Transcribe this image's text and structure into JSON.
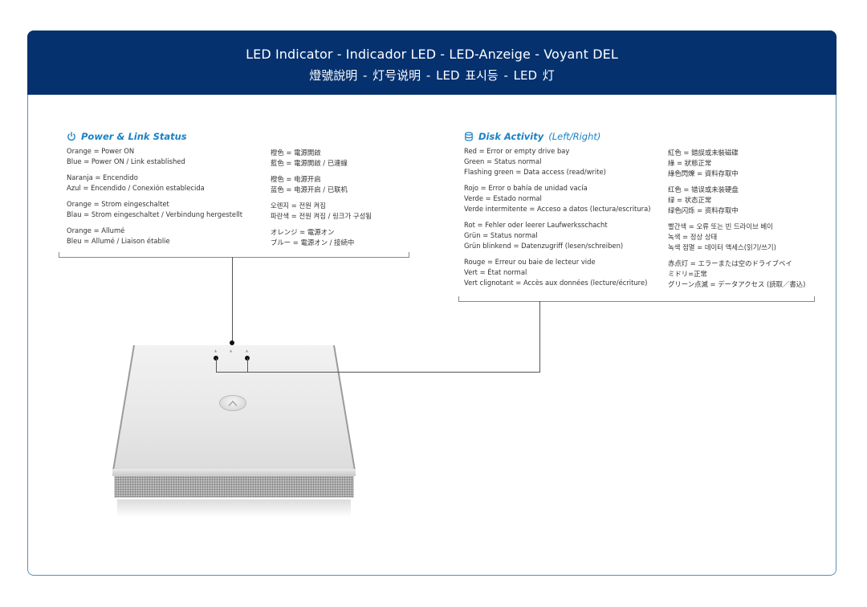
{
  "header": {
    "title": "LED Indicator - Indicador LED - LED-Anzeige - Voyant DEL",
    "subtitle": "燈號說明  -  灯号说明  -  LED 표시등  -  LED 灯"
  },
  "power_section": {
    "icon": "power-icon",
    "title": "Power & Link Status",
    "latin_groups": [
      [
        "Orange = Power ON",
        "Blue = Power ON / Link established"
      ],
      [
        "Naranja = Encendido",
        "Azul = Encendido / Conexión establecida"
      ],
      [
        "Orange = Strom eingeschaltet",
        "Blau = Strom eingeschaltet / Verbindung hergestellt"
      ],
      [
        "Orange = Allumé",
        "Bleu = Allumé / Liaison établie"
      ]
    ],
    "asian_groups": [
      [
        "橙色 = 電源開啟",
        "藍色 = 電源開啟 / 已連線"
      ],
      [
        "橙色 = 电源开启",
        "蓝色 = 电源开启 / 已联机"
      ],
      [
        "오렌지 = 전원 켜짐",
        "파란색 = 전원 켜짐 / 링크가 구성됨"
      ],
      [
        "オレンジ = 電源オン",
        "ブルー = 電源オン / 接続中"
      ]
    ]
  },
  "disk_section": {
    "icon": "database-icon",
    "title": "Disk Activity",
    "title_suffix": "(Left/Right)",
    "latin_groups": [
      [
        "Red = Error or empty drive bay",
        "Green = Status normal",
        "Flashing green = Data access (read/write)"
      ],
      [
        "Rojo = Error o bahía de unidad vacía",
        "Verde = Estado normal",
        "Verde intermitente = Acceso a datos (lectura/escritura)"
      ],
      [
        "Rot = Fehler oder leerer Laufwerksschacht",
        "Grün = Status normal",
        "Grün blinkend = Datenzugriff (lesen/schreiben)"
      ],
      [
        "Rouge = Erreur ou baie de lecteur vide",
        "Vert = État normal",
        "Vert clignotant = Accès aux données (lecture/écriture)"
      ]
    ],
    "asian_groups": [
      [
        "紅色 = 錯誤或未裝磁碟",
        "綠 = 狀態正常",
        "綠色閃爍 = 資料存取中"
      ],
      [
        "红色 = 错误或未装硬盘",
        "绿 = 状态正常",
        "绿色闪烁 = 资料存取中"
      ],
      [
        "빨간색 = 오류 또는 빈 드라이브 베이",
        "녹색 = 정상 상태",
        "녹색 점멸 = 데이터 액세스(읽기/쓰기)"
      ],
      [
        "赤点灯 = エラーまたは空のドライブベイ",
        "ミドリ=正常",
        "グリーン点滅 = データアクセス (読取／書込)"
      ]
    ]
  },
  "colors": {
    "header_bg": "#05316f",
    "accent": "#1a82c4",
    "frame_border": "#5f8fb0"
  }
}
